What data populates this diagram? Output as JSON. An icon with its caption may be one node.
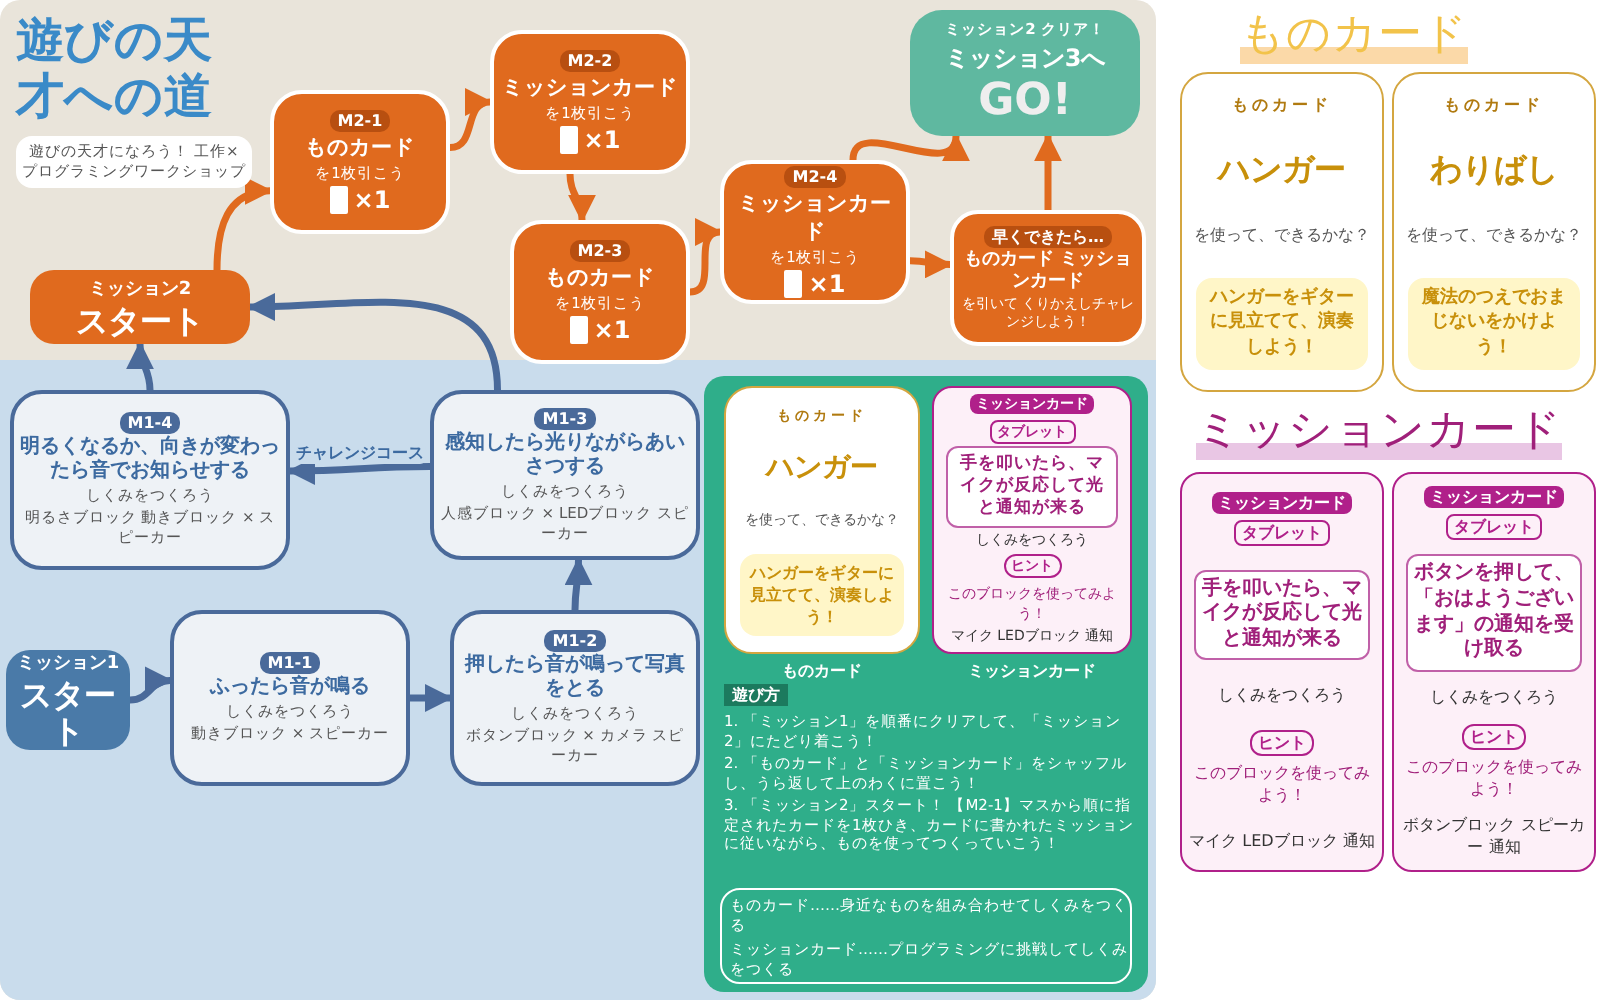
{
  "diagram": {
    "title": "遊びの天才への道",
    "nodes": [
      {
        "text": [
          "ミッション1",
          "スタート"
        ]
      },
      {
        "text": [
          "M1-1",
          "ふったら音が鳴る",
          "しくみをつくろう",
          "動きブロック × スピーカー"
        ]
      },
      {
        "text": [
          "M1-2",
          "押したら音が鳴って写真をとる",
          "しくみをつくろう",
          "ボタンブロック × カメラ スピーカー"
        ]
      },
      {
        "text": [
          "M1-3",
          "感知したら光りながらあいさつする",
          "しくみをつくろう",
          "人感ブロック × LEDブロック スピーカー"
        ]
      },
      {
        "text": [
          "M1-4",
          "明るくなるか、向きが変わったら音でお知らせする",
          "しくみをつくろう",
          "明るさブロック 動きブロック × スピーカー"
        ]
      },
      {
        "text": [
          "ミッション2",
          "スタート"
        ]
      },
      {
        "text": [
          "M2-1",
          "ものカード",
          "を1枚引こう",
          "×1"
        ]
      },
      {
        "text": [
          "M2-2",
          "ミッションカード",
          "を1枚引こう",
          "×1"
        ]
      },
      {
        "text": [
          "M2-3",
          "ものカード",
          "を1枚引こう",
          "×1"
        ]
      },
      {
        "text": [
          "M2-4",
          "ミッションカード",
          "を1枚引こう",
          "×1"
        ]
      },
      {
        "text": [
          "早くできたら…",
          "ものカード ミッションカード",
          "を引いて くりかえしチャレンジしよう！"
        ]
      },
      {
        "text": [
          "ミッション2 クリア！",
          "ミッション3へ",
          "GO!"
        ]
      },
      {
        "text": [
          "ものカード",
          "ハンガー",
          "を使って、できるかな？",
          "ハンガーをギターに見立てて、演奏しよう！"
        ],
        "beside": [
          "ものカード"
        ]
      },
      {
        "text": [
          "ミッションカード",
          "タブレット",
          "手を叩いたら、マイクが反応して光と通知が来る",
          "しくみをつくろう",
          "ヒント",
          "このブロックを使ってみよう！",
          "マイク LEDブロック 通知"
        ],
        "beside": [
          "ミッションカード"
        ]
      },
      {
        "text": [
          "ものカード",
          "ハンガー",
          "を使って、できるかな？",
          "ハンガーをギターに見立てて、演奏しよう！"
        ]
      },
      {
        "text": [
          "ものカード",
          "わりばし",
          "を使って、できるかな？",
          "魔法のつえでおまじないをかけよう！"
        ]
      },
      {
        "text": [
          "ミッションカード",
          "タブレット",
          "手を叩いたら、マイクが反応して光と通知が来る",
          "しくみをつくろう",
          "ヒント",
          "このブロックを使ってみよう！",
          "マイク LEDブロック 通知"
        ]
      },
      {
        "text": [
          "ミッションカード",
          "タブレット",
          "ボタンを押して、「おはようございます」の通知を受け取る",
          "しくみをつくろう",
          "ヒント",
          "このブロックを使ってみよう！",
          "ボタンブロック スピーカー 通知"
        ]
      }
    ],
    "edges": [
      {
        "from": 0,
        "to": 1,
        "arrow": "to",
        "color": "#4a6a9a"
      },
      {
        "from": 1,
        "to": 2,
        "arrow": "to",
        "color": "#4a6a9a"
      },
      {
        "from": 2,
        "to": 3,
        "arrow": "to",
        "color": "#4a6a9a"
      },
      {
        "from": 3,
        "to": 5,
        "arrow": "to",
        "color": "#4a6a9a"
      },
      {
        "from": 3,
        "to": 4,
        "arrow": "to",
        "label": "チャレンジコース",
        "color": "#4a6a9a"
      },
      {
        "from": 4,
        "to": 5,
        "arrow": "to",
        "color": "#4a6a9a"
      },
      {
        "from": 5,
        "to": 6,
        "arrow": "to"
      },
      {
        "from": 6,
        "to": 7,
        "arrow": "to"
      },
      {
        "from": 7,
        "to": 8,
        "arrow": "to"
      },
      {
        "from": 8,
        "to": 9,
        "arrow": "to"
      },
      {
        "from": 9,
        "to": 11,
        "arrow": "to"
      },
      {
        "from": 9,
        "to": 10,
        "arrow": "to"
      },
      {
        "from": 10,
        "to": 11,
        "arrow": "to"
      }
    ],
    "labels": [
      "遊びの天才になろう！ 工作×プログラミングワークショップ",
      "遊び方",
      "1. 「ミッション1」を順番にクリアして、「ミッション2」にたどり着こう！",
      "2. 「ものカード」と「ミッションカード」をシャッフルし、うら返して上のわくに置こう！",
      "3. 「ミッション2」スタート！ 【M2-1】マスから順に指定されたカードを1枚ひき、カードに書かれたミッションに従いながら、ものを使ってつくっていこう！",
      "ものカード……身近なものを組み合わせてしくみをつくる",
      "ミッションカード……プログラミングに挑戦してしくみをつくる",
      "ものカード",
      "ミッションカード"
    ]
  }
}
